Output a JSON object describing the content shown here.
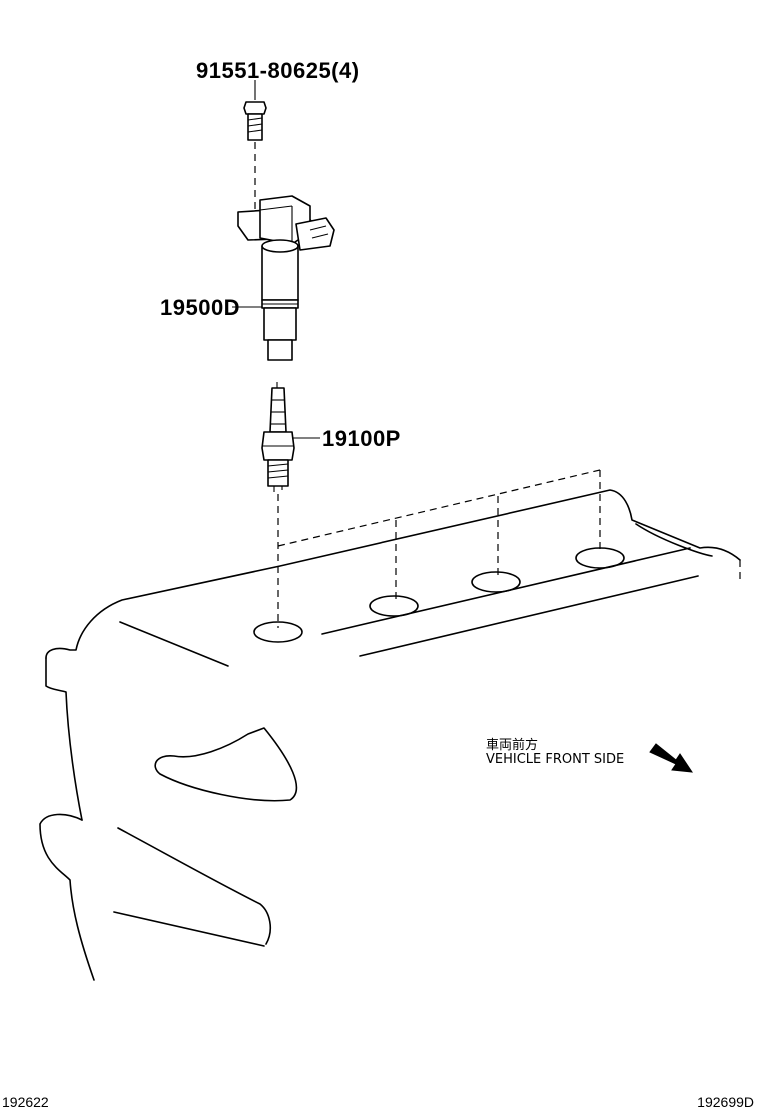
{
  "parts": {
    "bolt": "91551-80625(4)",
    "ignition_coil": "19500D",
    "spark_plug": "19100P"
  },
  "direction_note": {
    "japanese": "車両前方",
    "english": "VEHICLE FRONT SIDE"
  },
  "footer": {
    "left_id": "192622",
    "right_id": "192699D"
  }
}
